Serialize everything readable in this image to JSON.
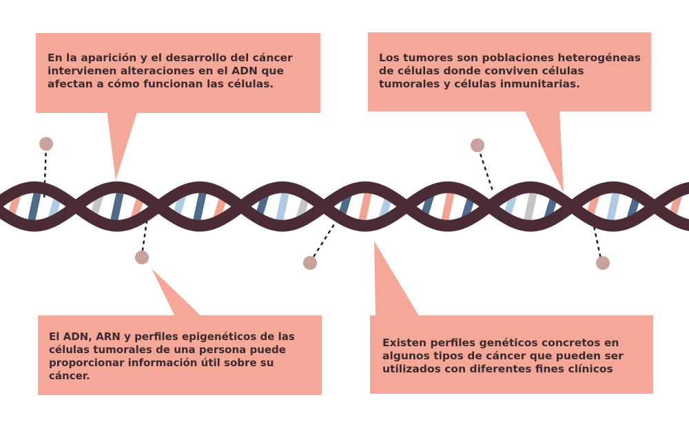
{
  "colors": {
    "callout_fill": "#f5a898",
    "helix_strand": "#4b2b34",
    "bar_dark_blue": "#4f6a8a",
    "bar_light_blue": "#aecbe3",
    "bar_salmon": "#f2a494",
    "bar_grey": "#c5c5c5",
    "pin_dot": "#c9a39b",
    "text": "#3b2a2f"
  },
  "callouts": [
    {
      "id": "tl",
      "text": "En la aparición y el desarrollo del cáncer intervienen alteraciones en el ADN que afectan a cómo funcionan las células."
    },
    {
      "id": "tr",
      "text": "Los tumores son poblaciones heterogéneas de células donde conviven células tumorales y células inmunitarias."
    },
    {
      "id": "bl",
      "text": "El ADN, ARN y perfiles epigenéticos de las células tumorales de una persona puede proporcionar información útil sobre su cáncer."
    },
    {
      "id": "br",
      "text": "Existen perfiles genéticos concretos en algunos tipos de cáncer que pueden ser utilizados con diferentes fines clínicos"
    }
  ]
}
